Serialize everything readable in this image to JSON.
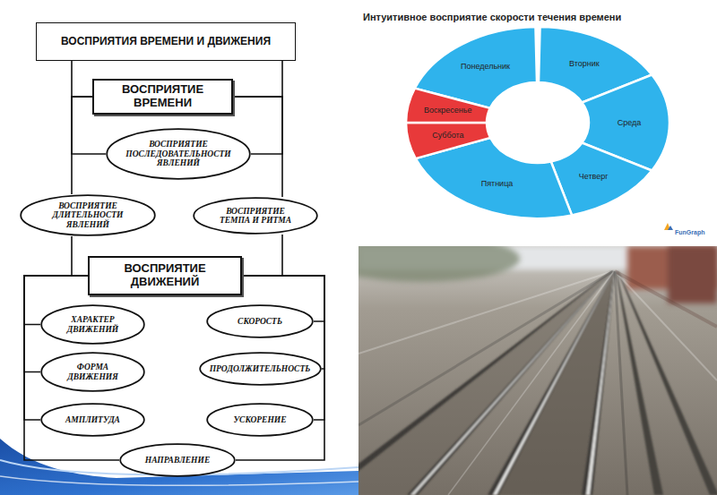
{
  "diagram": {
    "nodes": [
      {
        "text": [
          "ВОСПРИЯТИЯ ВРЕМЕНИ И ДВИЖЕНИЯ"
        ]
      },
      {
        "text": [
          "ВОСПРИЯТИЕ ВРЕМЕНИ"
        ]
      },
      {
        "text": [
          "ВОСПРИЯТИЕ ПОСЛЕДОВАТЕЛЬНОСТИ ЯВЛЕНИЙ"
        ]
      },
      {
        "text": [
          "ВОСПРИЯТИЕ ДЛИТЕЛЬНОСТИ ЯВЛЕНИЙ"
        ]
      },
      {
        "text": [
          "ВОСПРИЯТИЕ ТЕМПА И РИТМА"
        ]
      },
      {
        "text": [
          "ВОСПРИЯТИЕ ДВИЖЕНИЙ"
        ]
      },
      {
        "text": [
          "ХАРАКТЕР ДВИЖЕНИЙ"
        ]
      },
      {
        "text": [
          "СКОРОСТЬ"
        ]
      },
      {
        "text": [
          "ФОРМА ДВИЖЕНИЯ"
        ]
      },
      {
        "text": [
          "ПРОДОЛЖИТЕЛЬНОСТЬ"
        ]
      },
      {
        "text": [
          "АМПЛИТУДА"
        ]
      },
      {
        "text": [
          "УСКОРЕНИЕ"
        ]
      },
      {
        "text": [
          "НАПРАВЛЕНИЕ"
        ]
      },
      {
        "text": [
          "Понедельник"
        ]
      },
      {
        "text": [
          "Вторник"
        ]
      },
      {
        "text": [
          "Среда"
        ]
      },
      {
        "text": [
          "Четверг"
        ]
      },
      {
        "text": [
          "Пятница"
        ]
      },
      {
        "text": [
          "Суббота"
        ]
      },
      {
        "text": [
          "Воскресенье"
        ]
      }
    ],
    "edges": [
      {
        "from": 0,
        "to": 1,
        "arrow": "none"
      },
      {
        "from": 1,
        "to": 2,
        "arrow": "none"
      },
      {
        "from": 1,
        "to": 3,
        "arrow": "none"
      },
      {
        "from": 1,
        "to": 4,
        "arrow": "none"
      },
      {
        "from": 3,
        "to": 5,
        "arrow": "none"
      },
      {
        "from": 4,
        "to": 5,
        "arrow": "none"
      },
      {
        "from": 5,
        "to": 6,
        "arrow": "none"
      },
      {
        "from": 5,
        "to": 7,
        "arrow": "none"
      },
      {
        "from": 5,
        "to": 8,
        "arrow": "none"
      },
      {
        "from": 5,
        "to": 9,
        "arrow": "none"
      },
      {
        "from": 5,
        "to": 10,
        "arrow": "none"
      },
      {
        "from": 5,
        "to": 11,
        "arrow": "none"
      },
      {
        "from": 5,
        "to": 12,
        "arrow": "none"
      }
    ],
    "labels": [
      "Интуитивное восприятие скорости течения времени",
      "FunGraph"
    ]
  }
}
